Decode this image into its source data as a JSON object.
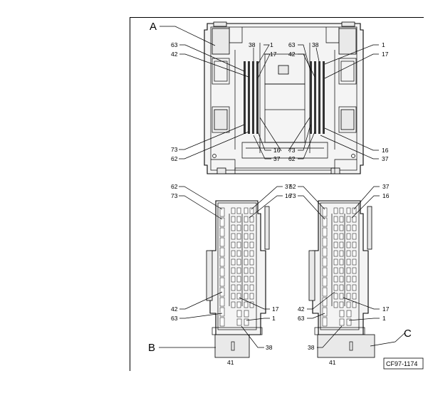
{
  "labels": {
    "part_a": "A",
    "part_b": "B",
    "part_c": "C",
    "pin_1": "1",
    "pin_16": "16",
    "pin_17": "17",
    "pin_37": "37",
    "pin_38": "38",
    "pin_41": "41",
    "pin_42": "42",
    "pin_62": "62",
    "pin_63": "63",
    "pin_73": "73"
  },
  "figure_code": "CF97-1174",
  "colors": {
    "line": "#000000",
    "fill": "#f4f4f4",
    "background": "#ffffff"
  }
}
